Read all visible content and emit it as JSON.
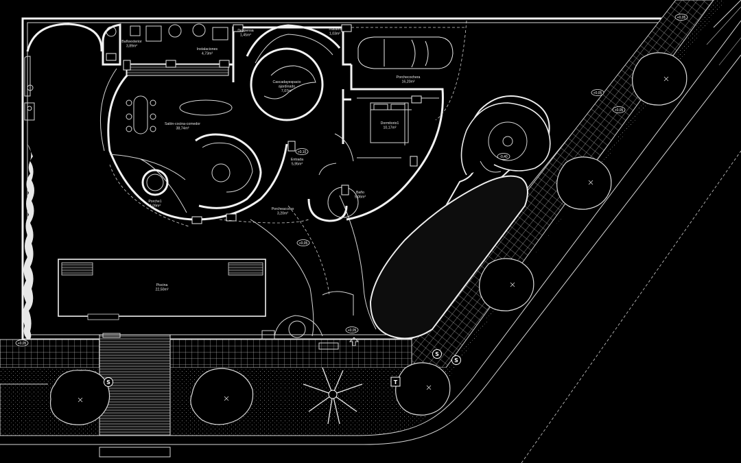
{
  "rooms": [
    {
      "id": "bano-exterior",
      "name": "Bañoexterior",
      "area": "3,89m²"
    },
    {
      "id": "instalaciones",
      "name": "Instalaciones",
      "area": "4,73m²"
    },
    {
      "id": "despensa",
      "name": "Despensa",
      "area": "1,45m²"
    },
    {
      "id": "trastero",
      "name": "Trastero",
      "area": "1,03m²"
    },
    {
      "id": "cascada",
      "name": "Cascadayespacio",
      "name2": "ajardinado",
      "area": "7,07m²"
    },
    {
      "id": "porche-cochera",
      "name": "Porchecochera",
      "area": "16,20m²"
    },
    {
      "id": "salon",
      "name": "Salón-cocina-comedor",
      "area": "38,74m²"
    },
    {
      "id": "dormitorio",
      "name": "Dormitorio1",
      "area": "10,17m²"
    },
    {
      "id": "entrada",
      "name": "Entrada",
      "area": "5,95m²"
    },
    {
      "id": "bano",
      "name": "Baño",
      "area": "5,06m²"
    },
    {
      "id": "porche1",
      "name": "Porche1",
      "area": "4,09m²"
    },
    {
      "id": "porche-acceso",
      "name": "Porcheacceso",
      "area": "3,20m²"
    },
    {
      "id": "piscina",
      "name": "Piscina",
      "area": "22,50m²"
    }
  ],
  "levels": [
    "+0,05",
    "+0,05",
    "-0,40",
    "+0,05",
    "+0,10",
    "+0,05",
    "+0,05",
    "+0,05"
  ],
  "symbols": {
    "s": "S",
    "t": "T"
  },
  "colors": {
    "background": "#000000",
    "line": "#f2f2f2",
    "paving": "#9a9a9a"
  }
}
